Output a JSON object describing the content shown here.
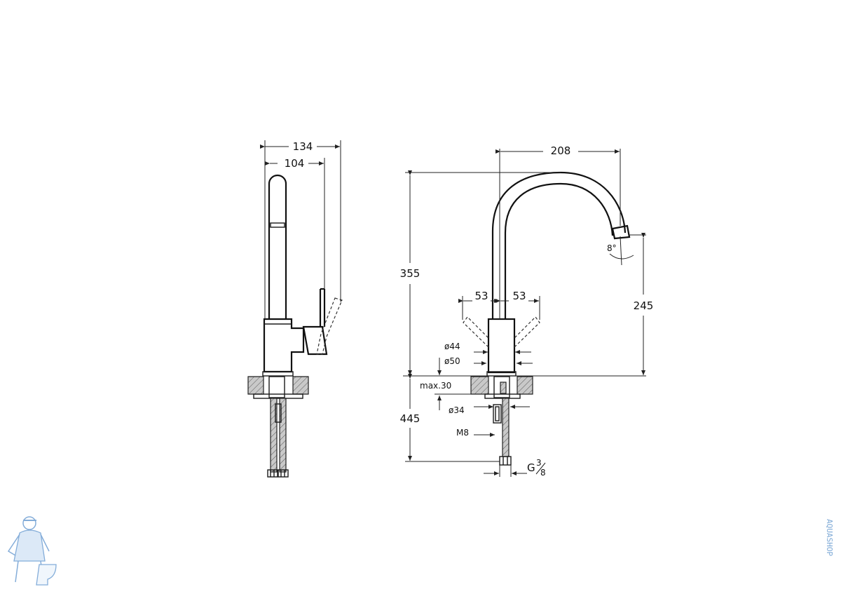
{
  "dimensions": {
    "side_total_width": "134",
    "side_lever_width": "104",
    "front_spout_reach": "208",
    "front_total_height": "355",
    "front_spout_height": "245",
    "front_below_deck": "445",
    "lever_left": "53",
    "lever_right": "53",
    "body_diameter_upper": "ø44",
    "body_diameter_lower": "ø50",
    "deck_thickness": "max.30",
    "hole_diameter": "ø34",
    "stud_thread": "M8",
    "connection_main": "G",
    "connection_num": "3",
    "connection_den": "8",
    "spout_angle": "8°"
  },
  "watermark": {
    "vertical_text": "AQUASHOP",
    "mascot_icon": "plumber-mascot-icon"
  },
  "colors": {
    "line": "#1a1a1a",
    "watermark": "#7da9d6"
  }
}
